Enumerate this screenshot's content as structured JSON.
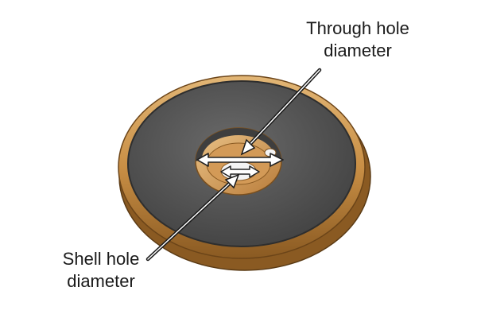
{
  "labels": {
    "through_line1": "Through hole",
    "through_line2": "diameter",
    "shell_line1": "Shell hole",
    "shell_line2": "diameter"
  },
  "colors": {
    "rim": "#C98F45",
    "rim_dark": "#8A5A22",
    "rim_light": "#E2B676",
    "face": "#555555",
    "face_edge": "#2E2E2E",
    "bore": "#3E3E3E",
    "shell": "#D39A57",
    "shell_light": "#EBC489",
    "inner_hole": "#F4F4F4",
    "arrow_fill": "#FFFFFF",
    "arrow_stroke": "#222222",
    "pointer": "#1A1A1A"
  },
  "icons": {
    "through_arrow": "double-headed-arrow",
    "shell_arrow": "double-headed-arrow"
  }
}
